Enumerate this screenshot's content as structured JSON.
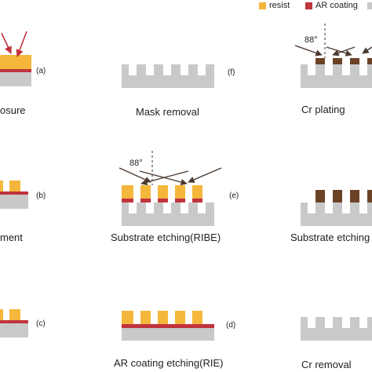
{
  "legend": [
    {
      "label": "resist",
      "color": "#F5B73B"
    },
    {
      "label": "AR coating",
      "color": "#C0333C"
    },
    {
      "label": "",
      "color": "#C9C9C9"
    }
  ],
  "colors": {
    "resist": "#F5B73B",
    "ar_coating": "#C0333C",
    "substrate": "#C9C9C9",
    "chromium": "#6B4226",
    "exposure_arrow": "#C0333C",
    "arrow": "#4A3A30"
  },
  "steps": {
    "a": {
      "marker": "(a)",
      "caption": "osure"
    },
    "b": {
      "marker": "(b)",
      "caption": "ment"
    },
    "c": {
      "marker": "(c)"
    },
    "d": {
      "marker": "(d)",
      "caption": "AR coating etching(RIE)"
    },
    "e": {
      "marker": "(e)",
      "caption": "Substrate etching(RIBE)",
      "angle": "88°"
    },
    "f": {
      "marker": "(f)",
      "caption": "Mask removal"
    },
    "g": {
      "caption": "Cr plating",
      "angle": "88°"
    },
    "h": {
      "caption": "Substrate etching"
    },
    "i": {
      "caption": "Cr removal"
    }
  }
}
